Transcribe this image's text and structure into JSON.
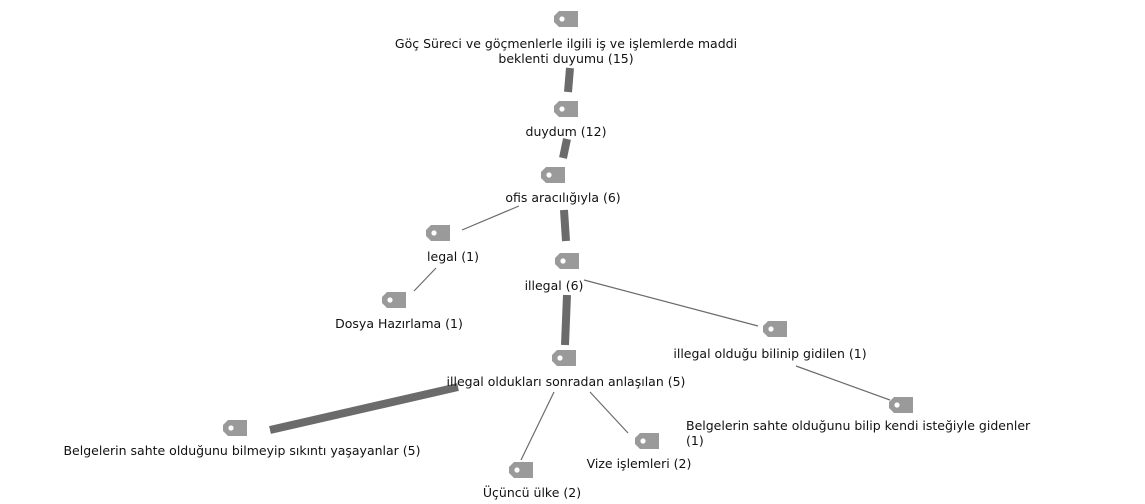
{
  "diagram": {
    "nodes": [
      {
        "id": "root",
        "lines": [
          "Göç Süreci ve göçmenlerle ilgili iş ve işlemlerde maddi",
          "beklenti duyumu (15)"
        ]
      },
      {
        "id": "duydum",
        "lines": [
          "duydum (12)"
        ]
      },
      {
        "id": "ofis",
        "lines": [
          "ofis aracılığıyla (6)"
        ]
      },
      {
        "id": "legal",
        "lines": [
          "legal (1)"
        ]
      },
      {
        "id": "dosya",
        "lines": [
          "Dosya Hazırlama (1)"
        ]
      },
      {
        "id": "illegal",
        "lines": [
          "illegal (6)"
        ]
      },
      {
        "id": "bilinip",
        "lines": [
          "illegal olduğu bilinip gidilen (1)"
        ]
      },
      {
        "id": "sonradan",
        "lines": [
          "illegal oldukları sonradan anlaşılan (5)"
        ]
      },
      {
        "id": "bilip",
        "lines": [
          "Belgelerin sahte olduğunu bilip kendi isteğiyle gidenler",
          "(1)"
        ]
      },
      {
        "id": "bilmeyip",
        "lines": [
          "Belgelerin sahte olduğunu bilmeyip sıkıntı yaşayanlar (5)"
        ]
      },
      {
        "id": "vize",
        "lines": [
          "Vize işlemleri (2)"
        ]
      },
      {
        "id": "ucuncu",
        "lines": [
          "Üçüncü ülke (2)"
        ]
      }
    ],
    "edges": [
      {
        "from": "root",
        "to": "duydum",
        "weight": 12
      },
      {
        "from": "duydum",
        "to": "ofis",
        "weight": 6
      },
      {
        "from": "ofis",
        "to": "legal",
        "weight": 1
      },
      {
        "from": "ofis",
        "to": "illegal",
        "weight": 6
      },
      {
        "from": "legal",
        "to": "dosya",
        "weight": 1
      },
      {
        "from": "illegal",
        "to": "bilinip",
        "weight": 1
      },
      {
        "from": "illegal",
        "to": "sonradan",
        "weight": 5
      },
      {
        "from": "bilinip",
        "to": "bilip",
        "weight": 1
      },
      {
        "from": "sonradan",
        "to": "bilmeyip",
        "weight": 5
      },
      {
        "from": "sonradan",
        "to": "vize",
        "weight": 2
      },
      {
        "from": "sonradan",
        "to": "ucuncu",
        "weight": 2
      }
    ]
  }
}
